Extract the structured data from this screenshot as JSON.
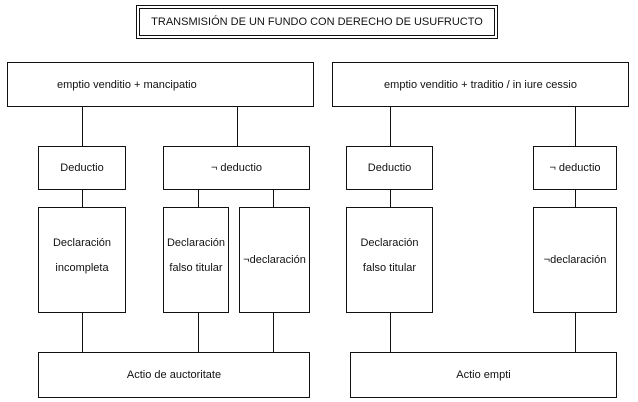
{
  "title": "TRANSMISIÓN DE UN FUNDO CON DERECHO DE USUFRUCTO",
  "left": {
    "top": "emptio venditio + mancipatio",
    "deductio": "Deductio",
    "neg_deductio": "¬ deductio",
    "declaracion_incompleta": [
      "Declaración",
      "incompleta"
    ],
    "declaracion_falso_titular": [
      "Declaración",
      "falso titular"
    ],
    "neg_declaracion": "¬declaración",
    "actio": "Actio de auctoritate"
  },
  "right": {
    "top": "emptio venditio + traditio / in iure cessio",
    "deductio": "Deductio",
    "neg_deductio": "¬ deductio",
    "declaracion_falso_titular": [
      "Declaración",
      "falso titular"
    ],
    "neg_declaracion": "¬declaración",
    "actio": "Actio empti"
  }
}
